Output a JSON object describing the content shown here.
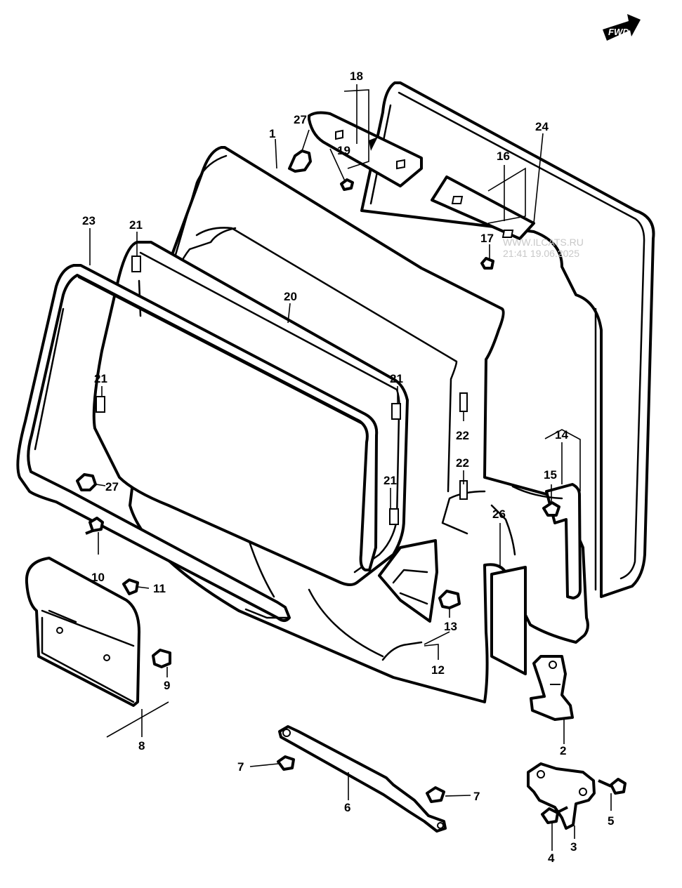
{
  "forward_badge": "FWD",
  "watermark": {
    "line1": "WWW.ILCATS.RU",
    "line2": "21:41 19.06.2025"
  },
  "callouts": {
    "c1": "1",
    "c2": "2",
    "c3": "3",
    "c4": "4",
    "c5": "5",
    "c6": "6",
    "c7a": "7",
    "c7b": "7",
    "c8": "8",
    "c9": "9",
    "c10": "10",
    "c11": "11",
    "c12": "12",
    "c13": "13",
    "c14": "14",
    "c15": "15",
    "c16": "16",
    "c17": "17",
    "c18": "18",
    "c19": "19",
    "c20": "20",
    "c21a": "21",
    "c21b": "21",
    "c21c": "21",
    "c21d": "21",
    "c22a": "22",
    "c22b": "22",
    "c23": "23",
    "c24": "24",
    "c26": "26",
    "c27a": "27",
    "c27b": "27"
  }
}
